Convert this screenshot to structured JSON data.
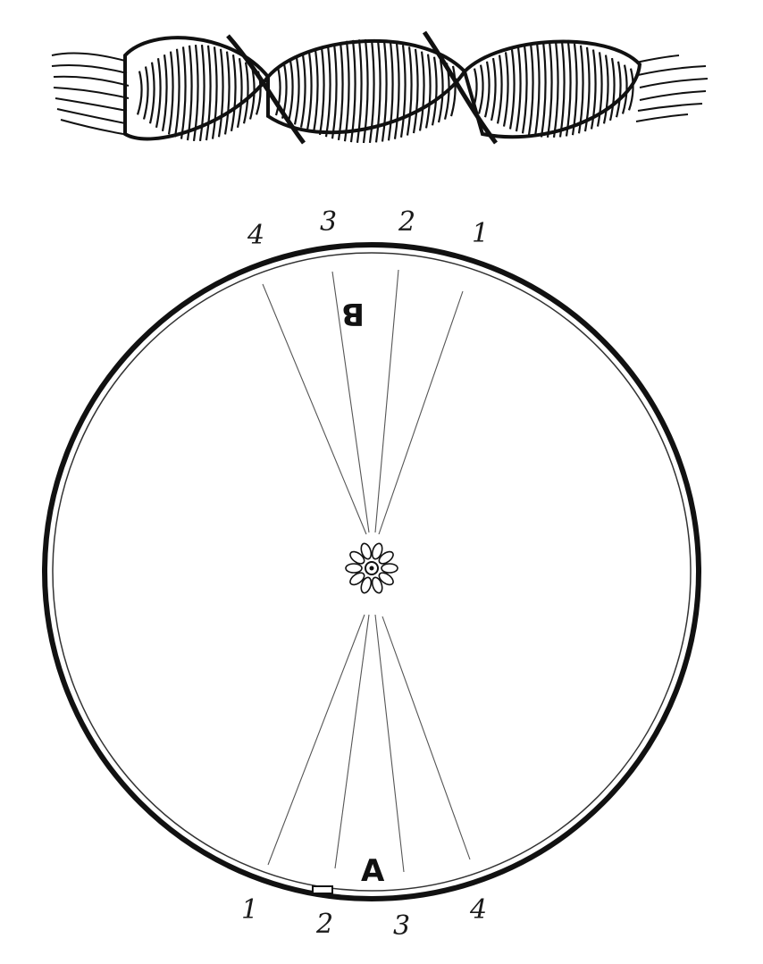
{
  "figure": {
    "top_labels": [
      "4",
      "3",
      "2",
      "1"
    ],
    "bottom_labels": [
      "1",
      "2",
      "3",
      "4"
    ],
    "point_top": "B",
    "point_bottom": "A"
  },
  "colors": {
    "ink": "#111111",
    "paper": "#ffffff"
  }
}
